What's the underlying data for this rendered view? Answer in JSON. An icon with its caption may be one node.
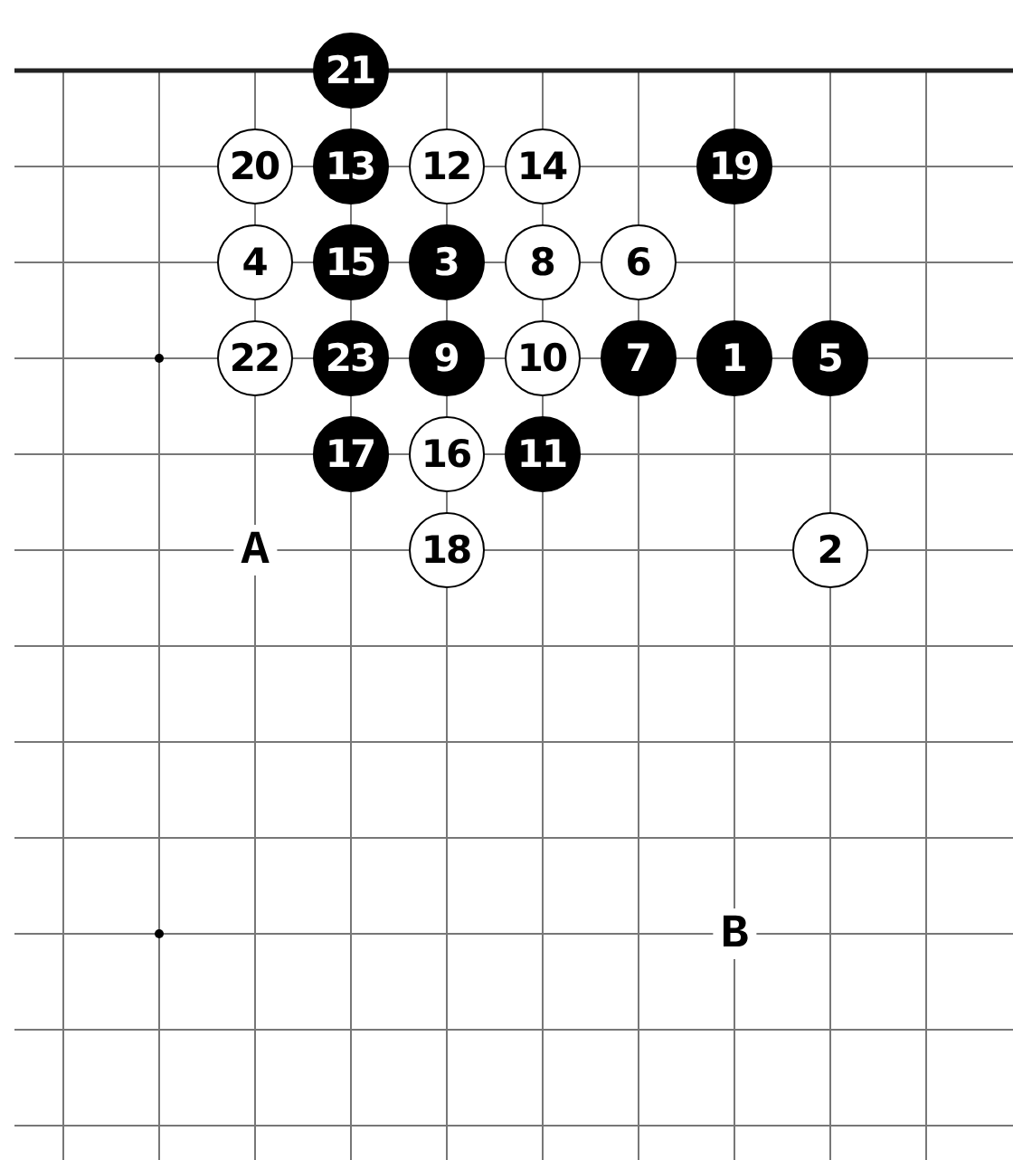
{
  "diagram": {
    "nodes": [
      {
        "text": [
          "21"
        ]
      },
      {
        "text": [
          "20"
        ]
      },
      {
        "text": [
          "13"
        ]
      },
      {
        "text": [
          "12"
        ]
      },
      {
        "text": [
          "14"
        ]
      },
      {
        "text": [
          "19"
        ]
      },
      {
        "text": [
          "4"
        ]
      },
      {
        "text": [
          "15"
        ]
      },
      {
        "text": [
          "3"
        ]
      },
      {
        "text": [
          "8"
        ]
      },
      {
        "text": [
          "6"
        ]
      },
      {
        "text": [
          "22"
        ]
      },
      {
        "text": [
          "23"
        ]
      },
      {
        "text": [
          "9"
        ]
      },
      {
        "text": [
          "10"
        ]
      },
      {
        "text": [
          "7"
        ]
      },
      {
        "text": [
          "1"
        ]
      },
      {
        "text": [
          "5"
        ]
      },
      {
        "text": [
          "17"
        ]
      },
      {
        "text": [
          "16"
        ]
      },
      {
        "text": [
          "11"
        ]
      },
      {
        "text": [
          "18"
        ]
      },
      {
        "text": [
          "2"
        ]
      }
    ],
    "labels": [
      "A",
      "B"
    ]
  }
}
